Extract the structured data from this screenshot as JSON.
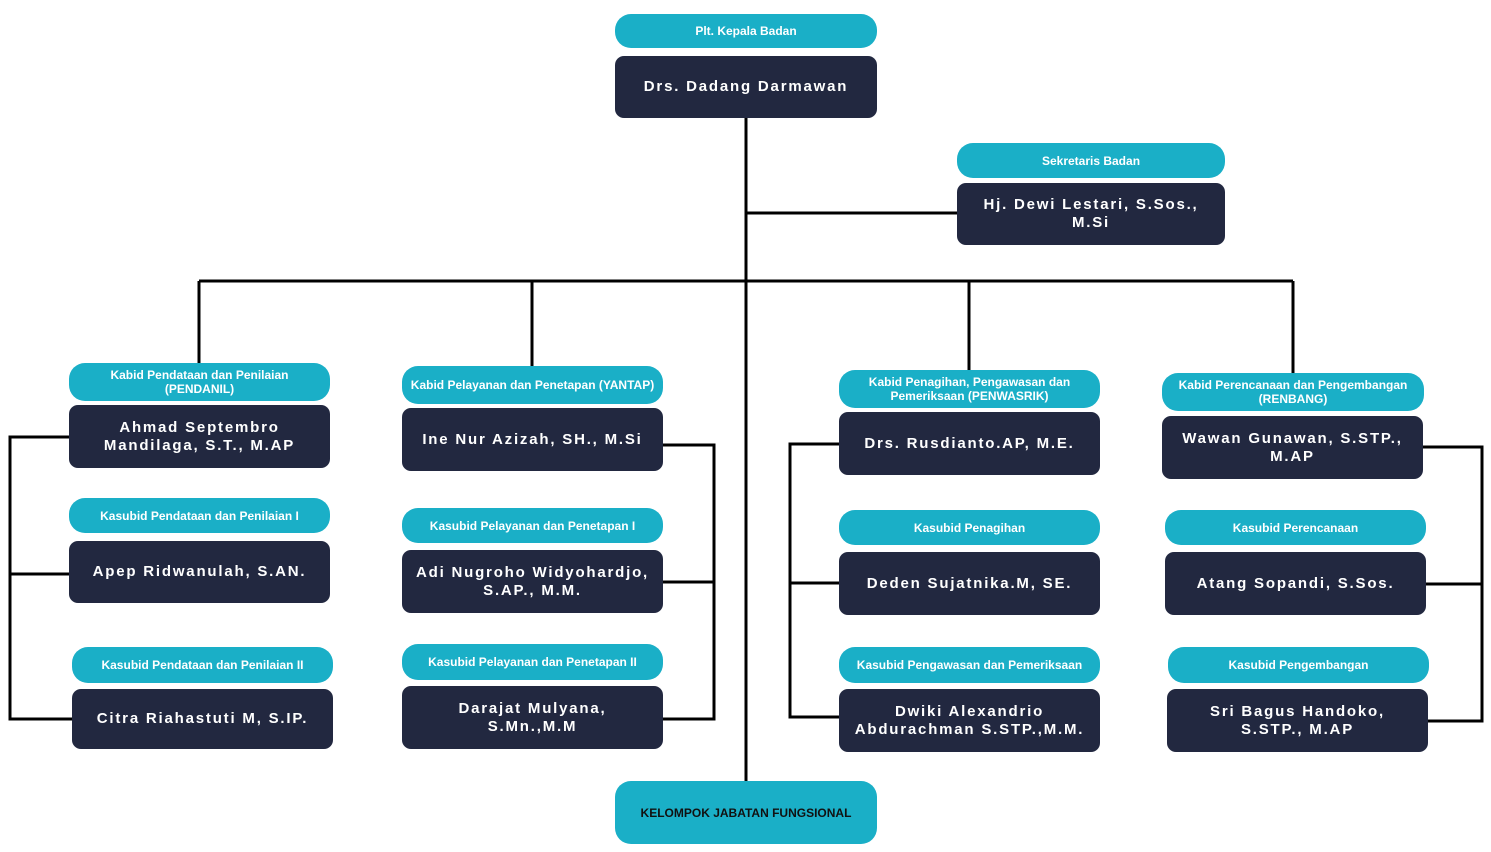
{
  "head": {
    "title": "Plt. Kepala Badan",
    "name": "Drs. Dadang Darmawan"
  },
  "secretary": {
    "title": "Sekretaris Badan",
    "name": "Hj. Dewi Lestari, S.Sos., M.Si"
  },
  "col1": {
    "kabid_title": "Kabid Pendataan dan Penilaian (PENDANIL)",
    "kabid_name": "Ahmad Septembro Mandilaga, S.T., M.AP",
    "sub1_title": "Kasubid Pendataan dan Penilaian I",
    "sub1_name": "Apep Ridwanulah, S.AN.",
    "sub2_title": "Kasubid Pendataan dan Penilaian II",
    "sub2_name": "Citra Riahastuti M, S.IP."
  },
  "col2": {
    "kabid_title": "Kabid Pelayanan dan Penetapan (YANTAP)",
    "kabid_name": "Ine Nur Azizah, SH., M.Si",
    "sub1_title": "Kasubid Pelayanan dan Penetapan I",
    "sub1_name": "Adi Nugroho Widyohardjo, S.AP., M.M.",
    "sub2_title": "Kasubid Pelayanan dan Penetapan II",
    "sub2_name": "Darajat Mulyana, S.Mn.,M.M"
  },
  "col3": {
    "kabid_title": "Kabid Penagihan, Pengawasan dan Pemeriksaan (PENWASRIK)",
    "kabid_name": "Drs. Rusdianto.AP, M.E.",
    "sub1_title": "Kasubid Penagihan",
    "sub1_name": "Deden Sujatnika.M, SE.",
    "sub2_title": "Kasubid Pengawasan dan Pemeriksaan",
    "sub2_name": "Dwiki Alexandrio Abdurachman S.STP.,M.M."
  },
  "col4": {
    "kabid_title": "Kabid Perencanaan dan Pengembangan (RENBANG)",
    "kabid_name": "Wawan Gunawan, S.STP., M.AP",
    "sub1_title": "Kasubid Perencanaan",
    "sub1_name": "Atang Sopandi, S.Sos.",
    "sub2_title": "Kasubid Pengembangan",
    "sub2_name": "Sri Bagus Handoko, S.STP., M.AP"
  },
  "functional": {
    "label": "KELOMPOK JABATAN FUNGSIONAL"
  },
  "colors": {
    "title_bg": "#1aafc7",
    "name_bg": "#222840",
    "line": "#000000"
  }
}
